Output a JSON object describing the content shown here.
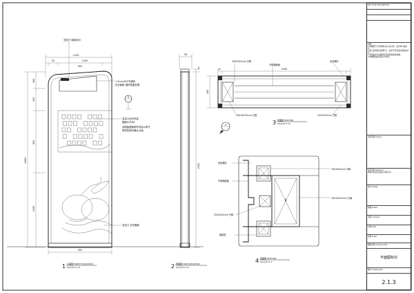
{
  "views": {
    "front": {
      "number": "1",
      "title": "立面图 FRONT ELEVATION",
      "scale": "SCALE=1:15"
    },
    "side": {
      "number": "2",
      "title": "侧面图 SIDE ELEVATION",
      "scale": "SCALE=1:15"
    },
    "section3": {
      "number": "3",
      "title": "剖面图 SECTION",
      "scale": "SCALE=1:15"
    },
    "section4": {
      "number": "4",
      "title": "剖面图 SECTION",
      "scale": "SCALE=1:2"
    }
  },
  "callouts": {
    "front_top": "亚克力 局部丝印",
    "front_plate": "1.5mm304不锈钢",
    "front_plate_2": "拉丝面板 钢材表面处理",
    "front_map": "亚克力丝印内容",
    "front_map_2": "图案UV打印",
    "front_note_1": "该面板图案制作内容以甲方",
    "front_note_2": "提供的资料确认为准。",
    "front_bottom": "亚克力 丝印图案",
    "sec3_top_left": "30X30X2mm 方管",
    "sec3_top_mid": "不锈钢面板",
    "sec3_top_right": "自攻螺钉",
    "sec3_bottom_left": "50X100X3mm 方管",
    "sec3_bottom_right": "20X20X2mm 方管",
    "sec4_screw": "自攻螺钉",
    "sec4_panel": "不锈钢面板",
    "sec4_tube_left": "20X20X2mm 方管",
    "sec4_glue": "胶粘层",
    "sec4_tube_top": "30X30X2mm 方管",
    "sec4_tube_main": "50X100X3mm 方管"
  },
  "markers": {
    "detail_a": "5",
    "detail_b": "4"
  },
  "dimensions": {
    "front_width_top": "1100",
    "front_width_mid": "1000",
    "front_width_inner": "800",
    "front_width_small": "50",
    "front_width_bottom": "900",
    "front_height_total": "2600",
    "front_height_upper": "900",
    "front_height_lower": "1200",
    "front_height_top": "180",
    "front_height_gap": "240",
    "side_width": "90",
    "side_height": "2350",
    "side_top": "25",
    "sec3_width": "1050",
    "sec3_height": "180",
    "sec3_edge": "25"
  },
  "title_block": {
    "header_rows": [
      "REV  DATE  DESCRIPTION",
      "",
      "",
      ""
    ],
    "notes": [
      "说明:",
      "1.本图纸尺寸单位除标高以米计外，其余均以毫米计。",
      "2.施工前请核实现场尺寸，如有不符请及时通知设计方。",
      "3.未经设计方书面同意不得擅自修改本图。",
      "4.本图纸版权归设计方所有。"
    ],
    "client_label": "项目名称 Project",
    "company_label": "设计单位 Designer",
    "company_name": "深圳市某某标识设计有限公司",
    "designer_label": "设计 Design",
    "drawn_label": "制图 Drawn",
    "checked_label": "审核 Checked",
    "date_label": "日期 Date",
    "scale_label": "比例 Scale",
    "sheet_label": "图纸名称 Drawing Title",
    "drawing_title": "平面图标识",
    "drawing_number_label": "图号 Drawing No.",
    "drawing_number": "2.1.3"
  }
}
